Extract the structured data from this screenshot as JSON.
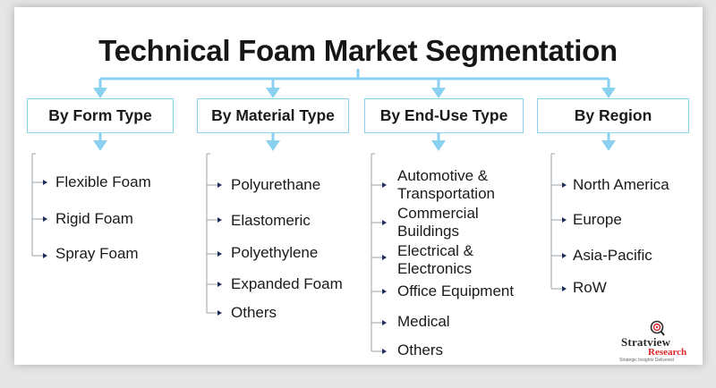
{
  "title": "Technical Foam Market Segmentation",
  "colors": {
    "connector": "#8ad1ef",
    "arrow_small": "#1d2e5a",
    "logo_accent": "#e2262a"
  },
  "categories": [
    {
      "label": "By Form Type",
      "items": [
        "Flexible Foam",
        "Rigid Foam",
        "Spray Foam"
      ]
    },
    {
      "label": "By Material Type",
      "items": [
        "Polyurethane",
        "Elastomeric",
        "Polyethylene",
        "Expanded Foam",
        "Others"
      ]
    },
    {
      "label": "By End-Use Type",
      "items": [
        {
          "line1": "Automotive &",
          "line2": "Transportation"
        },
        {
          "line1": "Commercial",
          "line2": "Buildings"
        },
        {
          "line1": "Electrical &",
          "line2": "Electronics"
        },
        {
          "line1": "Office Equipment"
        },
        {
          "line1": "Medical"
        },
        {
          "line1": "Others"
        }
      ]
    },
    {
      "label": "By Region",
      "items": [
        "North America",
        "Europe",
        "Asia-Pacific",
        "RoW"
      ]
    }
  ],
  "logo": {
    "name": "Stratview",
    "sub": "Research",
    "tagline": "Strategic Insights Delivered",
    "icon": "magnifier-target-icon"
  }
}
